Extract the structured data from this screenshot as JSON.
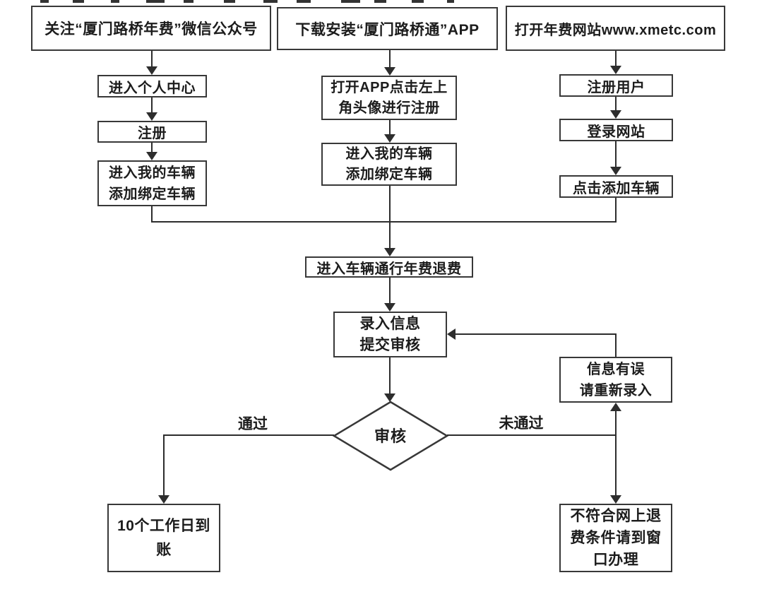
{
  "flowchart": {
    "colors": {
      "line": "#2d2d2d",
      "border": "#383838",
      "text": "#1c1c1c",
      "background": "#ffffff"
    },
    "columns": [
      {
        "entry": "关注“厦门路桥年费”微信公众号",
        "steps": [
          "进入个人中心",
          "注册",
          "进入我的车辆\n添加绑定车辆"
        ]
      },
      {
        "entry": "下载安装“厦门路桥通”APP",
        "steps": [
          "打开APP点击左上\n角头像进行注册",
          "进入我的车辆\n添加绑定车辆"
        ]
      },
      {
        "entry": "打开年费网站www.xmetc.com",
        "steps": [
          "注册用户",
          "登录网站",
          "点击添加车辆"
        ]
      }
    ],
    "merge_node": "进入车辆通行年费退费",
    "submit_node": "录入信息\n提交审核",
    "decision_node": "审核",
    "pass_label": "通过",
    "fail_label": "未通过",
    "reentry_node": "信息有误\n请重新录入",
    "pass_result_node": "10个工作日到\n账",
    "fail_result_node": "不符合网上退\n费条件请到窗\n口办理"
  }
}
